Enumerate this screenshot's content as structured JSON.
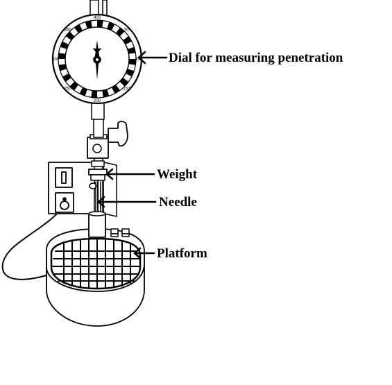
{
  "labels": {
    "dial": "Dial for measuring penetration",
    "weight": "Weight",
    "needle": "Needle",
    "platform": "Platform"
  },
  "dial": {
    "scale": [
      "400",
      "50",
      "100",
      "150",
      "200",
      "250",
      "300",
      "350"
    ]
  },
  "colors": {
    "line": "#000000",
    "background": "#ffffff"
  }
}
